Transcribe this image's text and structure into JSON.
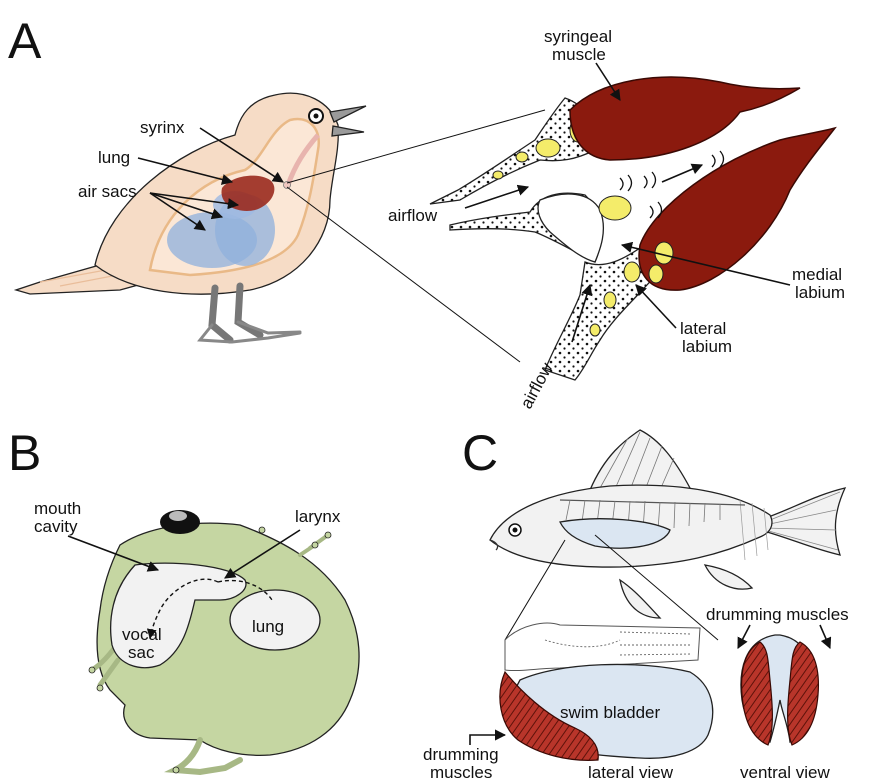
{
  "panels": {
    "a": "A",
    "b": "B",
    "c": "C"
  },
  "bird": {
    "syrinx": "syrinx",
    "lung": "lung",
    "air_sacs": "air sacs"
  },
  "syrinx_detail": {
    "syringeal_muscle_1": "syringeal",
    "syringeal_muscle_2": "muscle",
    "airflow_top": "airflow",
    "airflow_bottom": "airflow",
    "medial_labium_1": "medial",
    "medial_labium_2": "labium",
    "lateral_labium_1": "lateral",
    "lateral_labium_2": "labium"
  },
  "frog": {
    "mouth_cavity_1": "mouth",
    "mouth_cavity_2": "cavity",
    "larynx": "larynx",
    "lung": "lung",
    "vocal_sac_1": "vocal",
    "vocal_sac_2": "sac"
  },
  "fish": {
    "drumming_muscles_top": "drumming muscles",
    "swim_bladder": "swim bladder",
    "drumming_muscles_1": "drumming",
    "drumming_muscles_2": "muscles",
    "lateral_view": "lateral view",
    "ventral_view": "ventral view"
  },
  "colors": {
    "muscle": "#8b1a0e",
    "bird_body": "#f6dcc6",
    "lung_red": "#9a2a1e",
    "air_sac_blue": "#8fb0dc",
    "frog_green": "#c5d6a2",
    "bladder_blue": "#dbe6f2",
    "cartilage_yellow": "#f4ec6a"
  }
}
